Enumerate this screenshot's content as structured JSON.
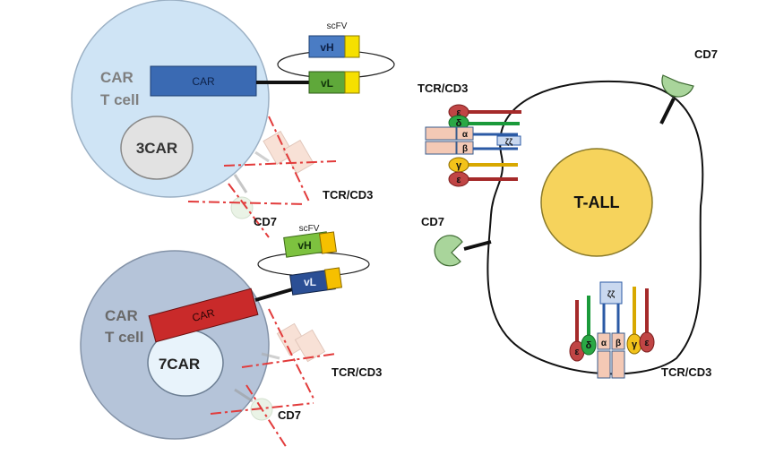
{
  "cars": [
    {
      "id": "3car",
      "cell_label_line1": "CAR",
      "cell_label_line2": "T cell",
      "car_label": "CAR",
      "car_color": "#3a6ab3",
      "nucleus_label": "3CAR",
      "scfv_label": "scFV",
      "vh_label": "vH",
      "vh_color": "#4a7cc4",
      "vl_label": "vL",
      "vl_color": "#5fa83a",
      "tcr_label": "TCR/CD3",
      "cd7_label": "CD7"
    },
    {
      "id": "7car",
      "cell_label_line1": "CAR",
      "cell_label_line2": "T cell",
      "car_label": "CAR",
      "car_color": "#c92a2a",
      "nucleus_label": "7CAR",
      "scfv_label": "scFV",
      "vh_label": "vH",
      "vh_color": "#7dc23f",
      "vl_label": "vL",
      "vl_color": "#2b4f95",
      "tcr_label": "TCR/CD3",
      "cd7_label": "CD7"
    }
  ],
  "tall": {
    "nucleus_label": "T-ALL",
    "cd7_top_label": "CD7",
    "cd7_left_label": "CD7",
    "tcr_top_label": "TCR/CD3",
    "tcr_bottom_label": "TCR/CD3",
    "chain_labels": [
      "ε",
      "δ",
      "α",
      "β",
      "ζζ",
      "γ",
      "ε"
    ]
  },
  "colors": {
    "car_cell_1": "#cfe4f5",
    "car_cell_2": "#b5c4d9",
    "tall_nucleus": "#f6d35c",
    "cd7": "#a9d59b",
    "linker_yellow": "#f6e000",
    "knockout_red": "#e23b3b"
  }
}
